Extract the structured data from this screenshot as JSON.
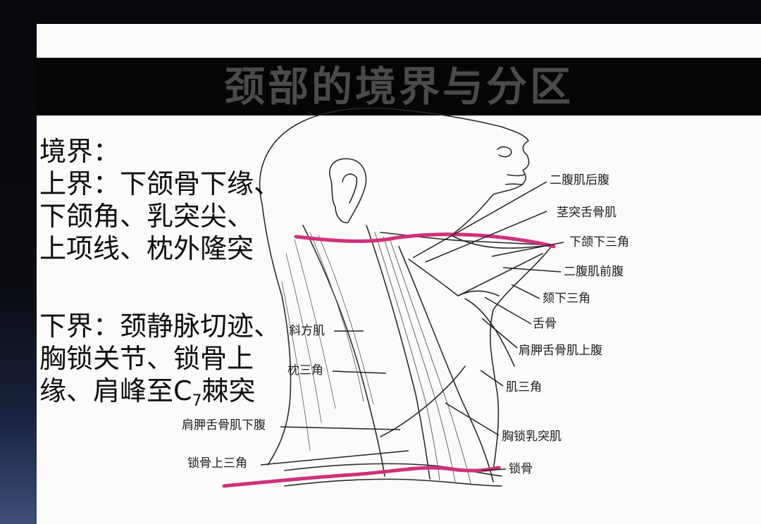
{
  "slide": {
    "title": "颈部的境界与分区"
  },
  "boundaries": {
    "heading": "境界：",
    "upper_line1": "上界：下颌骨下缘、",
    "upper_line2": "下颌角、乳突尖、",
    "upper_line3": "上项线、枕外隆突",
    "lower_line1": "下界：颈静脉切迹、",
    "lower_line2": "胸锁关节、锁骨上",
    "lower_line3_a": "缘、肩峰至C",
    "lower_line3_sub": "7",
    "lower_line3_b": "棘突"
  },
  "labels": {
    "digastric_posterior": "二腹肌后腹",
    "stylohyoid": "茎突舌骨肌",
    "submandibular_triangle": "下颌下三角",
    "digastric_anterior": "二腹肌前腹",
    "submental_triangle": "颏下三角",
    "hyoid": "舌骨",
    "omohyoid_superior": "肩胛舌骨肌上腹",
    "muscular_triangle": "肌三角",
    "sternocleidomastoid": "胸锁乳突肌",
    "clavicle": "锁骨",
    "trapezius": "斜方肌",
    "occipital_triangle": "枕三角",
    "omohyoid_inferior": "肩胛舌骨肌下腹",
    "supraclavicular_triangle": "锁骨上三角"
  },
  "colors": {
    "boundary_line": "#d0307c",
    "title_band": "#050505",
    "title_text": "#4a4a4a"
  }
}
